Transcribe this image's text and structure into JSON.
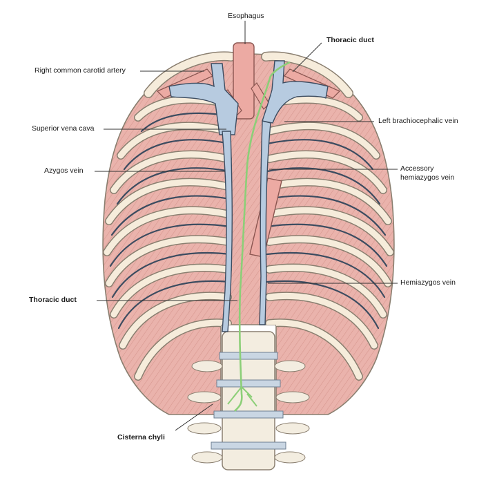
{
  "figure": {
    "labels": {
      "esophagus": "Esophagus",
      "thoracic_duct_top": "Thoracic duct",
      "right_common_carotid": "Right common carotid artery",
      "superior_vena_cava": "Superior vena cava",
      "left_brachiocephalic": "Left brachiocephalic vein",
      "azygos": "Azygos vein",
      "accessory_hemiazygos": "Accessory\nhemiazygos vein",
      "hemiazygos": "Hemiazygos vein",
      "thoracic_duct_left": "Thoracic duct",
      "cisterna_chyli": "Cisterna chyli"
    },
    "colors": {
      "muscle": "#eab3ac",
      "muscle_stripe": "#d58f88",
      "rib": "#f6ecdb",
      "rib_edge": "#8a7f70",
      "vein": "#b7cbe0",
      "vein_edge": "#3c4c60",
      "artery": "#ecaaa3",
      "duct": "#8ccf78",
      "bone": "#f3ede0",
      "disc": "#c9d6e3",
      "leader": "#333333"
    }
  }
}
